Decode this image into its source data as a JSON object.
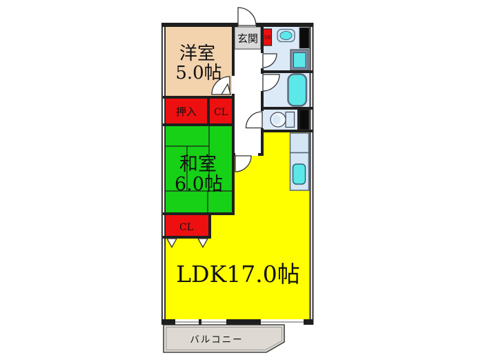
{
  "plan": {
    "western_room": {
      "name": "洋室",
      "area": "5.0帖"
    },
    "oshiire_label": "押入",
    "closet_upper_label": "CL",
    "japanese_room": {
      "name": "和室",
      "area": "6.0帖"
    },
    "closet_lower_label": "CL",
    "ldk_label": "LDK17.0帖",
    "entrance_label": "玄関",
    "shoe_box_label": "SB",
    "balcony_label": "バルコニー"
  },
  "colors": {
    "background": "#FFFFFF",
    "wall": "#1F1F1F",
    "western_room": "#F2D3AE",
    "closet_red": "#EE1010",
    "japanese_room": "#16D116",
    "ldk_yellow": "#FFFF00",
    "entrance_gray": "#D9D9D9",
    "corridor_white": "#FFFFFF",
    "wet_area_blue": "#DCEAF8",
    "counter_blue": "#D4E5F4",
    "fixture_cyan": "#5CE8E8",
    "washer_frame_gray": "#7E90A4",
    "balcony_beige": "#DEDAD3",
    "panel_black": "#0B0B0B"
  }
}
